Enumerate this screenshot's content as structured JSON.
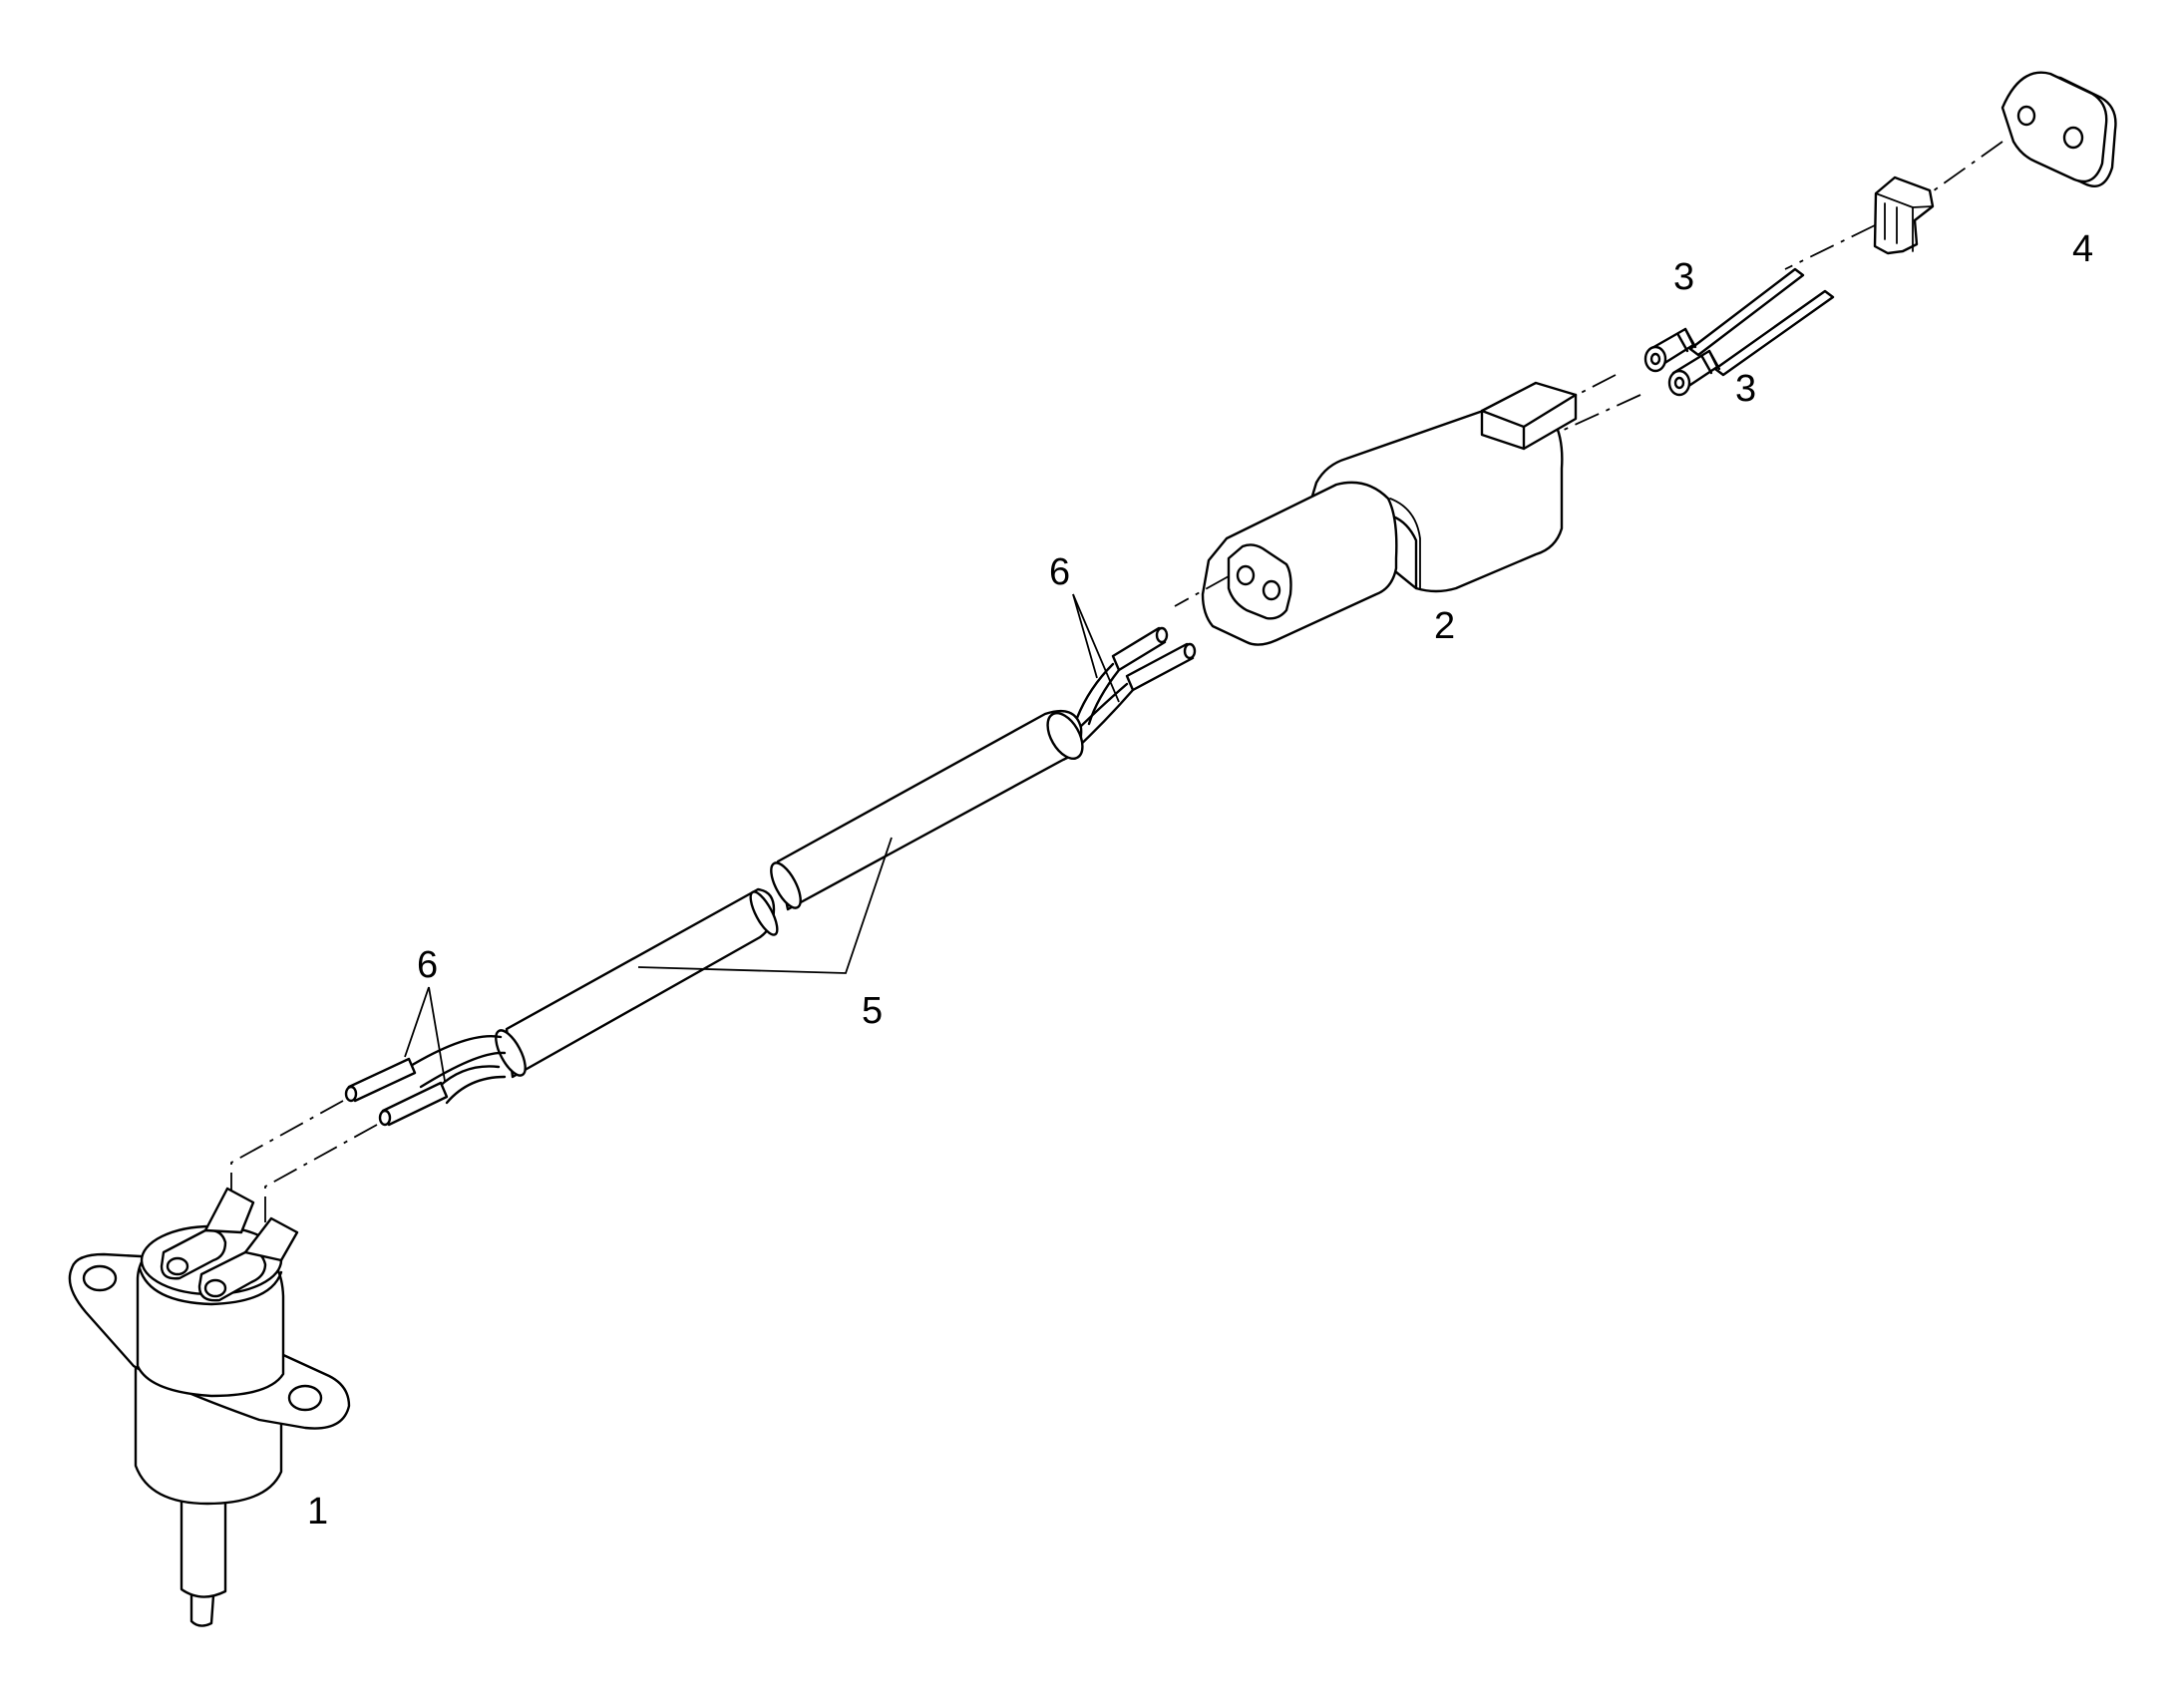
{
  "callouts": {
    "c1": "1",
    "c2": "2",
    "c3a": "3",
    "c3b": "3",
    "c4": "4",
    "c5": "5",
    "c6a": "6",
    "c6b": "6"
  },
  "line_color": "#000000",
  "background": "#ffffff"
}
